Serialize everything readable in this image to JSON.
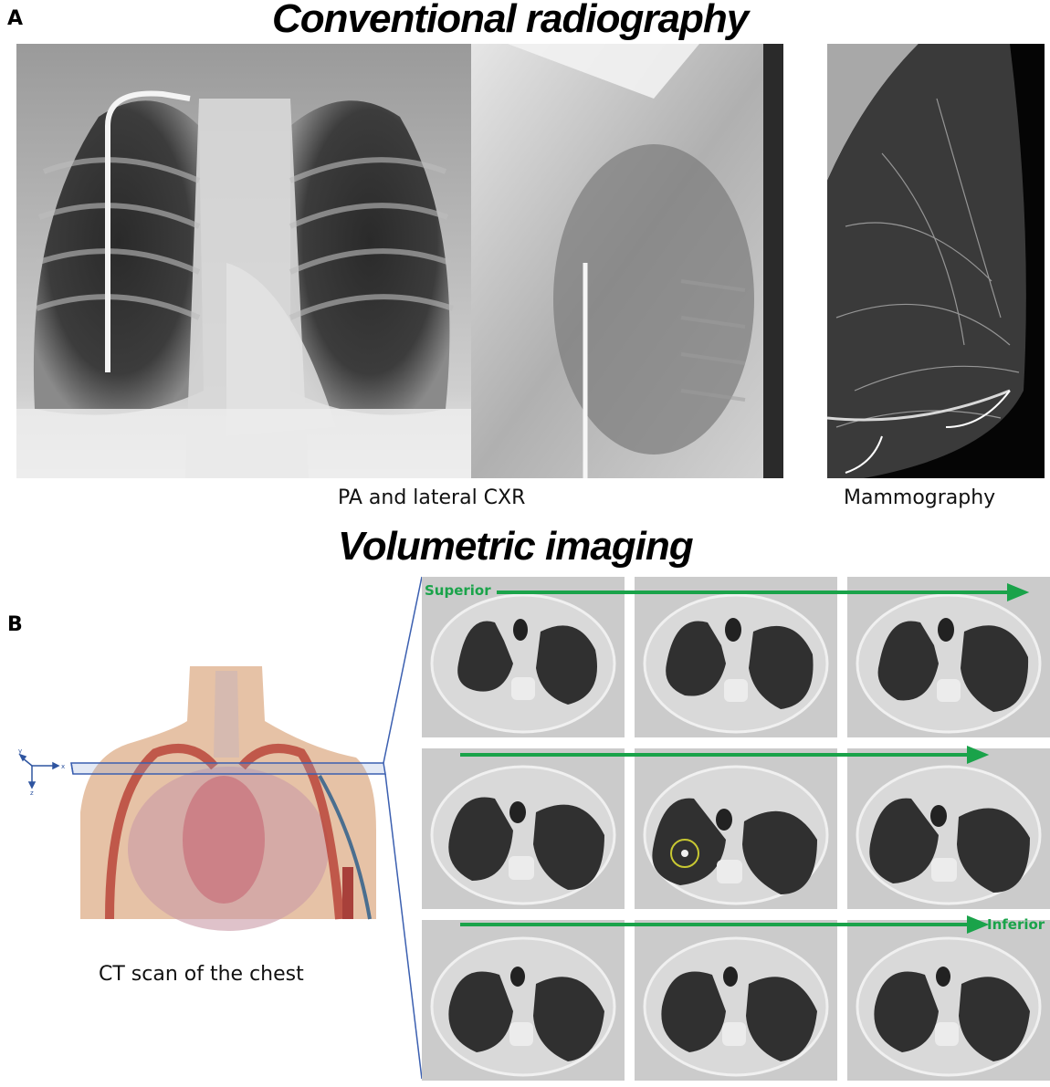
{
  "panels": {
    "a": {
      "letter": "A",
      "title": "Conventional radiography",
      "images": [
        {
          "name": "pa-cxr",
          "caption_group": "PA and lateral CXR"
        },
        {
          "name": "lateral-cxr",
          "caption_group": "PA and lateral CXR"
        },
        {
          "name": "mammogram",
          "caption_group": "Mammography"
        }
      ],
      "captions": {
        "cxr": "PA and lateral CXR",
        "mammo": "Mammography"
      }
    },
    "b": {
      "letter": "B",
      "title": "Volumetric imaging",
      "illustration_caption": "CT scan of the chest",
      "axes": {
        "x": "x",
        "y": "y",
        "z": "z"
      },
      "direction_labels": {
        "start": "Superior",
        "end": "Inferior"
      },
      "ct_grid": {
        "rows": 3,
        "cols": 3,
        "highlighted_cell": {
          "row": 1,
          "col": 1
        }
      },
      "colors": {
        "arrow": "#1aa34a",
        "slab": "#3b5fb0",
        "nodule_circle": "#c8c832"
      }
    }
  }
}
